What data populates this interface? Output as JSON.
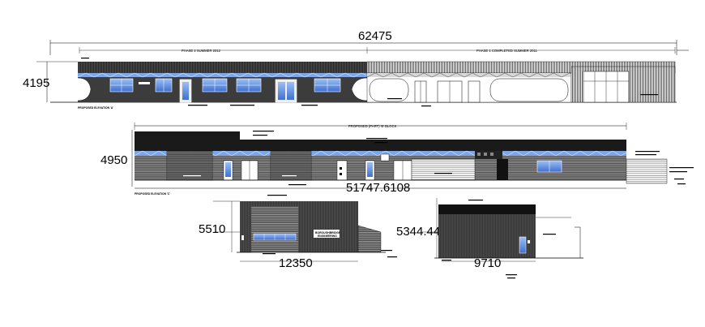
{
  "elevation_a": {
    "overall_dim": "62475",
    "height_dim": "4195",
    "phase2": "PHASE 2 SUMMER 2012",
    "phase1": "PHASE 1 COMPLETED SUMMER 2011",
    "caption": "PROPOSED ELEVATION 'A'"
  },
  "elevation_c": {
    "block_label": "PROPOSED (PART) 'B' BLOCK",
    "height_dim": "4950",
    "width_dim": "51747.6108",
    "caption": "PROPOSED ELEVATION 'C'"
  },
  "elevation_d": {
    "height_dim": "5510",
    "width_dim": "12350",
    "sign_line1": "BOROUGHBRIDGE",
    "sign_line2": "ENGINEERING"
  },
  "elevation_e": {
    "height_dim": "5344.4444",
    "width_dim": "9710"
  },
  "colors": {
    "ink": "#000000",
    "cladding_dark": "#3c3c3c",
    "glazing": "#7da6e8",
    "fascia": "#1a1a1a"
  }
}
